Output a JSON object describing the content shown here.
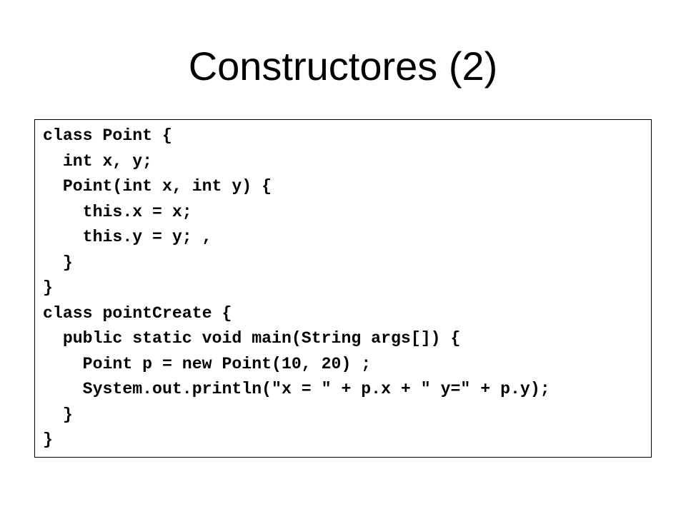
{
  "slide": {
    "title": "Constructores (2)"
  },
  "code": {
    "lines": [
      "class Point {",
      "  int x, y;",
      "  Point(int x, int y) {",
      "    this.x = x;",
      "    this.y = y; ,",
      "  }",
      "}",
      "class pointCreate {",
      "  public static void main(String args[]) {",
      "    Point p = new Point(10, 20) ;",
      "    System.out.println(\"x = \" + p.x + \" y=\" + p.y);",
      "  }",
      "}"
    ]
  }
}
